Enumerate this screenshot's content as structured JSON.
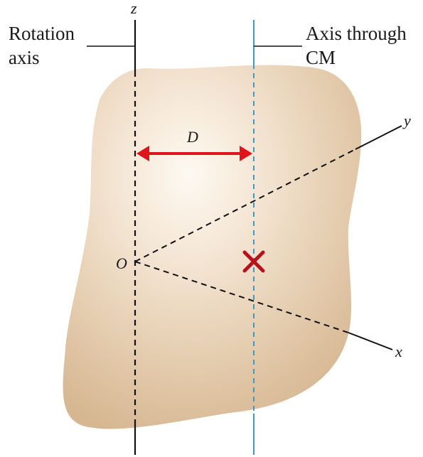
{
  "labels": {
    "rotation_axis_line1": "Rotation",
    "rotation_axis_line2": "axis",
    "cm_axis_line1": "Axis through",
    "cm_axis_line2": "CM",
    "z_axis": "z",
    "y_axis": "y",
    "x_axis": "x",
    "origin": "O",
    "distance": "D"
  },
  "colors": {
    "body_fill_center": "#fdf8ef",
    "body_fill_edge": "#d8bb98",
    "rotation_axis": "#111111",
    "cm_axis": "#3a9ac9",
    "distance_arrow": "#e0141b",
    "cm_marker": "#b5121b"
  },
  "icons": {
    "cm_marker": "x-mark-icon",
    "distance_arrow": "double-headed-arrow-icon"
  }
}
